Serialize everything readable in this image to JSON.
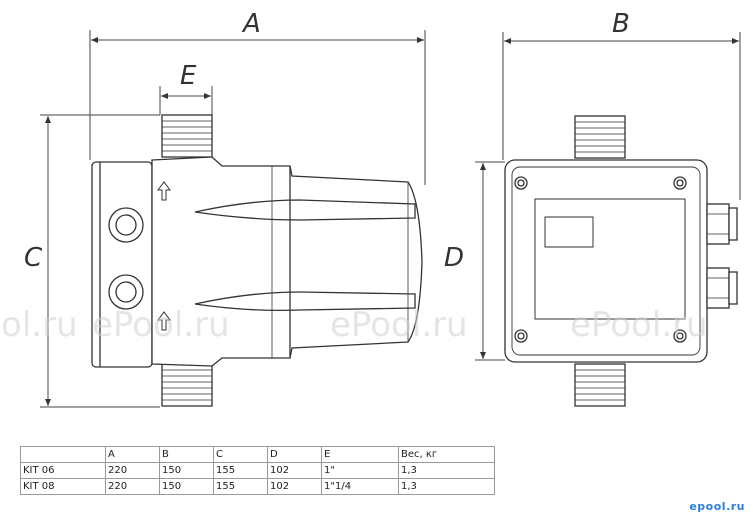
{
  "dimensions": {
    "a": "A",
    "b": "B",
    "c": "C",
    "d": "D",
    "e": "E"
  },
  "watermark": "ePool.ru",
  "corner_logo": "epool.ru",
  "table": {
    "header": [
      "",
      "A",
      "B",
      "C",
      "D",
      "E",
      "Вес, кг"
    ],
    "rows": [
      [
        "KIT 06",
        "220",
        "150",
        "155",
        "102",
        "1\"",
        "1,3"
      ],
      [
        "KIT 08",
        "220",
        "150",
        "155",
        "102",
        "1\"1/4",
        "1,3"
      ]
    ]
  }
}
